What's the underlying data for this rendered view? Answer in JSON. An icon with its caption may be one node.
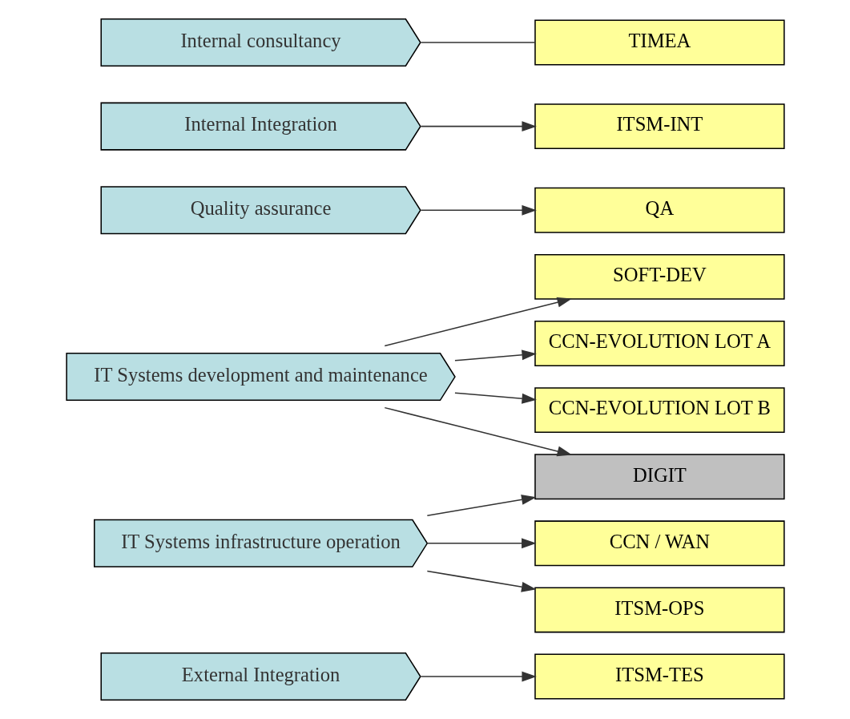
{
  "diagram": {
    "nodes": [
      {
        "text": [
          "External Integration"
        ]
      },
      {
        "text": [
          "ITSM-TES"
        ]
      },
      {
        "text": [
          "IT Systems development and maintenance"
        ]
      },
      {
        "text": [
          "IT Systems infrastructure operation"
        ]
      },
      {
        "text": [
          "SOFT-DEV"
        ]
      },
      {
        "text": [
          "CCN-EVOLUTION LOT A"
        ]
      },
      {
        "text": [
          "CCN-EVOLUTION LOT B"
        ]
      },
      {
        "text": [
          "CCN / WAN"
        ]
      },
      {
        "text": [
          "ITSM-OPS"
        ]
      },
      {
        "text": [
          "DIGIT"
        ]
      },
      {
        "text": [
          "Quality assurance"
        ]
      },
      {
        "text": [
          "QA"
        ]
      },
      {
        "text": [
          "Internal Integration"
        ]
      },
      {
        "text": [
          "ITSM-INT"
        ]
      },
      {
        "text": [
          "Internal consultancy"
        ]
      },
      {
        "text": [
          "TIMEA"
        ]
      }
    ],
    "edges": [
      {
        "from": 0,
        "to": 1,
        "arrow": "to"
      },
      {
        "from": 2,
        "to": 4,
        "arrow": "to"
      },
      {
        "from": 2,
        "to": 5,
        "arrow": "to"
      },
      {
        "from": 2,
        "to": 6,
        "arrow": "to"
      },
      {
        "from": 2,
        "to": 9,
        "arrow": "to"
      },
      {
        "from": 3,
        "to": 7,
        "arrow": "to"
      },
      {
        "from": 3,
        "to": 8,
        "arrow": "to"
      },
      {
        "from": 3,
        "to": 9,
        "arrow": "to"
      },
      {
        "from": 10,
        "to": 11,
        "arrow": "to"
      },
      {
        "from": 12,
        "to": 13,
        "arrow": "to"
      },
      {
        "from": 14,
        "to": 15,
        "arrow": "none"
      }
    ]
  }
}
